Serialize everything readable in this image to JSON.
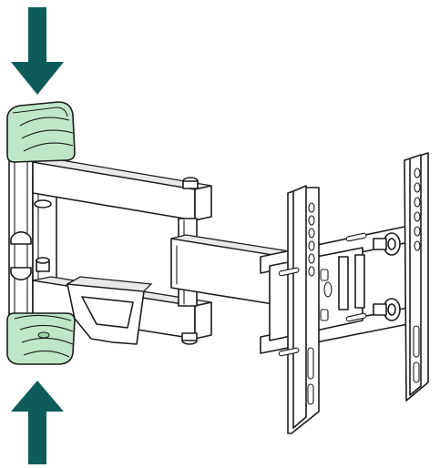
{
  "diagram": {
    "subject": "articulating-tv-wall-mount",
    "colors": {
      "arrow": "#0d5c5a",
      "cap_fill": "#bfe6c6",
      "cap_fill_dark": "#9fd3aa",
      "line": "#1c1c1c",
      "background": "#ffffff"
    },
    "arrows": [
      {
        "name": "arrow-down-top",
        "direction": "down"
      },
      {
        "name": "arrow-up-bottom",
        "direction": "up"
      }
    ]
  }
}
